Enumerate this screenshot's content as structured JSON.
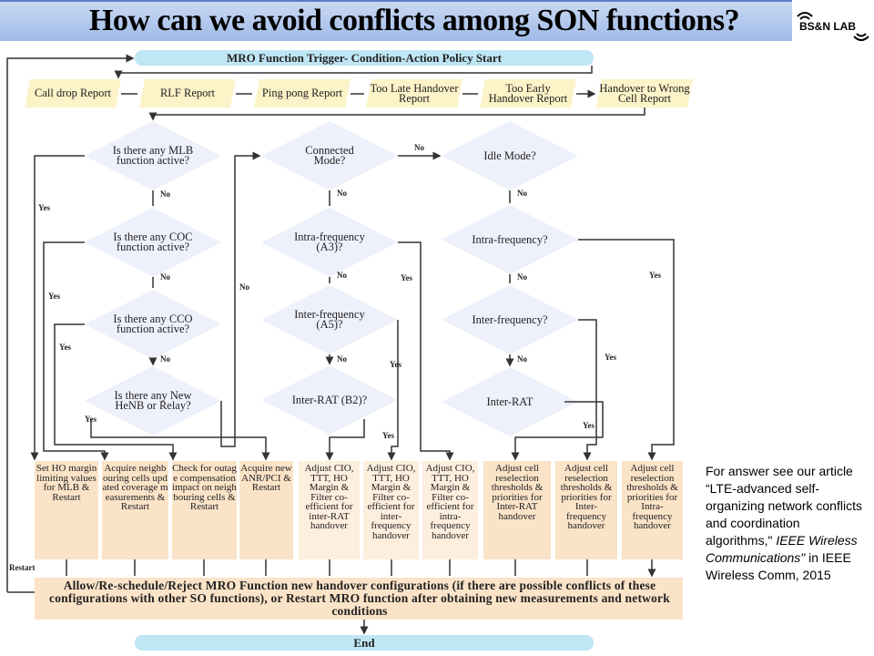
{
  "title": "How can we avoid conflicts  among SON functions?",
  "logo": "BS&N LAB",
  "start": "MRO Function Trigger- Condition-Action Policy Start",
  "reports": [
    "Call drop Report",
    "RLF Report",
    "Ping pong Report",
    "Too Late Handover Report",
    "Too Early Handover Report",
    "Handover to Wrong Cell Report"
  ],
  "decisions": {
    "mlb": "Is there any MLB function active?",
    "coc": "Is there any COC function active?",
    "cco": "Is there any CCO function active?",
    "henb": "Is there any New HeNB or Relay?",
    "connected": "Connected Mode?",
    "a3": "Intra-frequency (A3)?",
    "a5": "Inter-frequency (A5)?",
    "b2": "Inter-RAT (B2)?",
    "idle": "Idle Mode?",
    "idle_intra": "Intra-frequency?",
    "idle_inter": "Inter-frequency?",
    "idle_rat": "Inter-RAT"
  },
  "yes": "Yes",
  "no": "No",
  "restart": "Restart",
  "actions": [
    "Set HO margin limiting values for MLB & Restart",
    "Acquire neighbouring cells updated coverage measurements & Restart",
    "Check for outage compensation impact on neighbouring cells & Restart",
    "Acquire new ANR/PCI & Restart",
    "Adjust CIO, TTT, HO Margin & Filter co-efficient for inter-RAT handover",
    "Adjust CIO, TTT, HO Margin & Filter co-efficient for inter-frequency handover",
    "Adjust CIO, TTT, HO Margin & Filter co-efficient for intra-frequency handover",
    "Adjust cell reselection thresholds & priorities for Inter-RAT handover",
    "Adjust cell reselection thresholds & priorities for Inter-frequency handover",
    "Adjust cell reselection thresholds & priorities for Intra-frequency handover"
  ],
  "final": "Allow/Re-schedule/Reject MRO Function  new handover configurations (if there are possible conflicts of these configurations with other SO functions), or Restart MRO function after obtaining new measurements and network conditions",
  "end": "End",
  "side": {
    "text1": "For answer see our article “LTE-advanced self-organizing network conflicts and coordination algorithms,\" ",
    "italic": "IEEE Wireless Communications\"",
    "text2": " in IEEE Wireless Comm, 2015"
  }
}
